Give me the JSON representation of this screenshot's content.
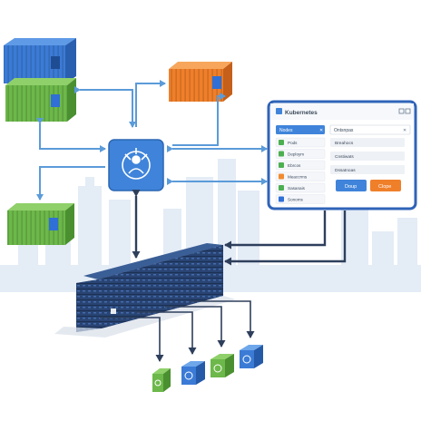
{
  "panel": {
    "title": "Kubernetes",
    "sidebar_header": "Nodes",
    "sidebar_items": [
      {
        "label": "Pods",
        "icon": "pod-icon",
        "color": "#4caf50"
      },
      {
        "label": "Deploym",
        "icon": "deployment-icon",
        "color": "#4caf50"
      },
      {
        "label": "Ebrcos",
        "icon": "service-icon",
        "color": "#4caf50"
      },
      {
        "label": "Meaccrms",
        "icon": "config-icon",
        "color": "#f28a2e"
      },
      {
        "label": "Sasanais",
        "icon": "secret-icon",
        "color": "#4caf50"
      },
      {
        "label": "Sonoms",
        "icon": "volume-icon",
        "color": "#2f6fd6"
      }
    ],
    "search_label": "Ontsnpas",
    "fields": [
      "Breahocs",
      "Cnstiwats",
      "Dssatnoas"
    ],
    "primary_button": "Doup",
    "secondary_button": "Clope"
  },
  "colors": {
    "container_blue": "#3b7bd6",
    "container_green": "#6cb84a",
    "container_orange": "#f07f2a",
    "hub_blue": "#3f84da",
    "arrow_blue": "#5b9bd9",
    "arrow_dark": "#2e3f5c",
    "rack_navy": "#223a63",
    "skyline": "#e4ecf6"
  },
  "icons": [
    "kubernetes-hub-icon",
    "container-cube-icon",
    "server-cluster-icon"
  ]
}
